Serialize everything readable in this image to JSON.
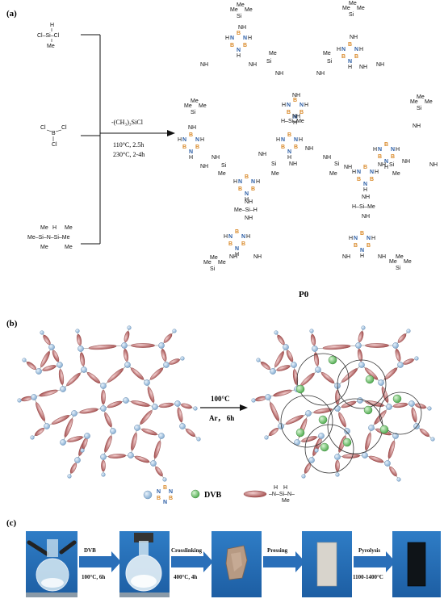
{
  "panel_a": {
    "label": "(a)",
    "reagents": [
      {
        "lines": [
          "H",
          "Cl–Si–Cl",
          "Me"
        ]
      },
      {
        "lines": [
          "Cl",
          "B",
          "Cl",
          "Cl"
        ]
      },
      {
        "lines": [
          "Me",
          "H",
          "Me",
          "Me–Si–N–Si–Me",
          "Me",
          "Me"
        ]
      }
    ],
    "byproduct": "-(CH₃)₃SiCl",
    "condition_1": "110°C, 2.5h",
    "condition_2": "230°C, 2-4h",
    "product_name": "P0",
    "atoms": {
      "B": "B",
      "N": "N",
      "NH": "NH",
      "H": "H",
      "Si": "Si",
      "Me": "Me"
    }
  },
  "panel_b": {
    "label": "(b)",
    "condition_1": "100°C",
    "condition_2": "Ar， 6h",
    "legend_dvb": "DVB",
    "colors": {
      "node": "#a9c9e6",
      "link": "#c46a6a",
      "dvb": "#6cc46c"
    }
  },
  "panel_c": {
    "label": "(c)",
    "steps": [
      {
        "top": "DVB",
        "bottom": "100°C, 6h"
      },
      {
        "top": "Crosslinking",
        "bottom": "400°C, 4h"
      },
      {
        "top": "Pressing",
        "bottom": ""
      },
      {
        "top": "Pyrolysis",
        "bottom": "1100-1400°C"
      }
    ]
  }
}
